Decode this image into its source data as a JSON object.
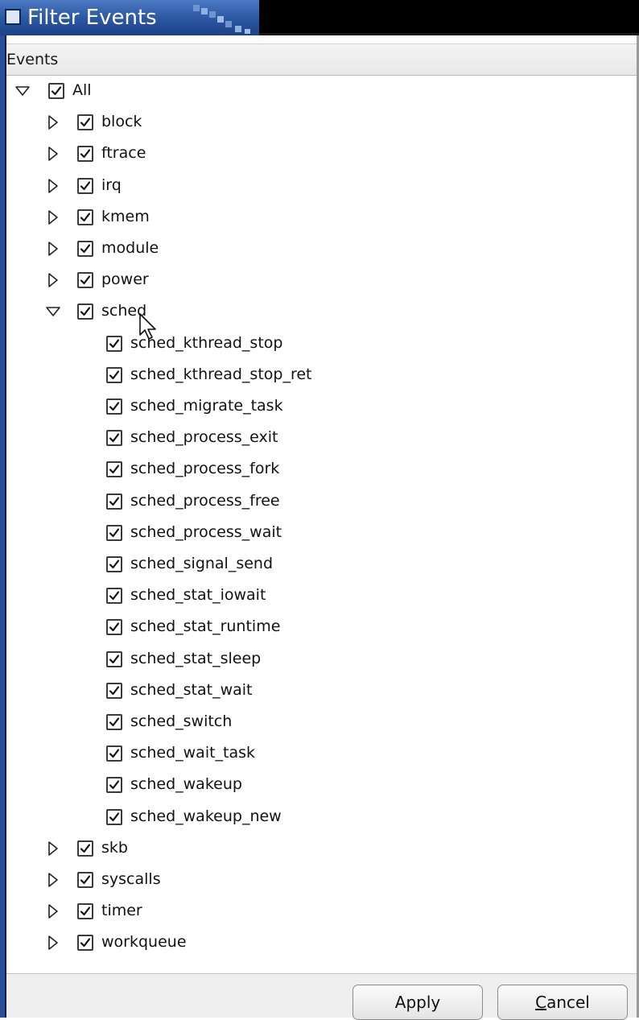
{
  "window": {
    "title": "Filter Events",
    "accent_color": "#2b56a1"
  },
  "header": {
    "label": "Events"
  },
  "tree": {
    "root": {
      "label": "All",
      "expanded": true,
      "checked": true
    },
    "groups": [
      {
        "label": "block",
        "expanded": false,
        "checked": true
      },
      {
        "label": "ftrace",
        "expanded": false,
        "checked": true
      },
      {
        "label": "irq",
        "expanded": false,
        "checked": true
      },
      {
        "label": "kmem",
        "expanded": false,
        "checked": true
      },
      {
        "label": "module",
        "expanded": false,
        "checked": true
      },
      {
        "label": "power",
        "expanded": false,
        "checked": true
      },
      {
        "label": "sched",
        "expanded": true,
        "checked": true
      },
      {
        "label": "skb",
        "expanded": false,
        "checked": true
      },
      {
        "label": "syscalls",
        "expanded": false,
        "checked": true
      },
      {
        "label": "timer",
        "expanded": false,
        "checked": true
      },
      {
        "label": "workqueue",
        "expanded": false,
        "checked": true
      }
    ],
    "sched_children": [
      {
        "label": "sched_kthread_stop",
        "checked": true
      },
      {
        "label": "sched_kthread_stop_ret",
        "checked": true
      },
      {
        "label": "sched_migrate_task",
        "checked": true
      },
      {
        "label": "sched_process_exit",
        "checked": true
      },
      {
        "label": "sched_process_fork",
        "checked": true
      },
      {
        "label": "sched_process_free",
        "checked": true
      },
      {
        "label": "sched_process_wait",
        "checked": true
      },
      {
        "label": "sched_signal_send",
        "checked": true
      },
      {
        "label": "sched_stat_iowait",
        "checked": true
      },
      {
        "label": "sched_stat_runtime",
        "checked": true
      },
      {
        "label": "sched_stat_sleep",
        "checked": true
      },
      {
        "label": "sched_stat_wait",
        "checked": true
      },
      {
        "label": "sched_switch",
        "checked": true
      },
      {
        "label": "sched_wait_task",
        "checked": true
      },
      {
        "label": "sched_wakeup",
        "checked": true
      },
      {
        "label": "sched_wakeup_new",
        "checked": true
      }
    ]
  },
  "footer": {
    "apply_label": "Apply",
    "cancel_label_rest": "ancel",
    "cancel_mnemonic": "C"
  }
}
